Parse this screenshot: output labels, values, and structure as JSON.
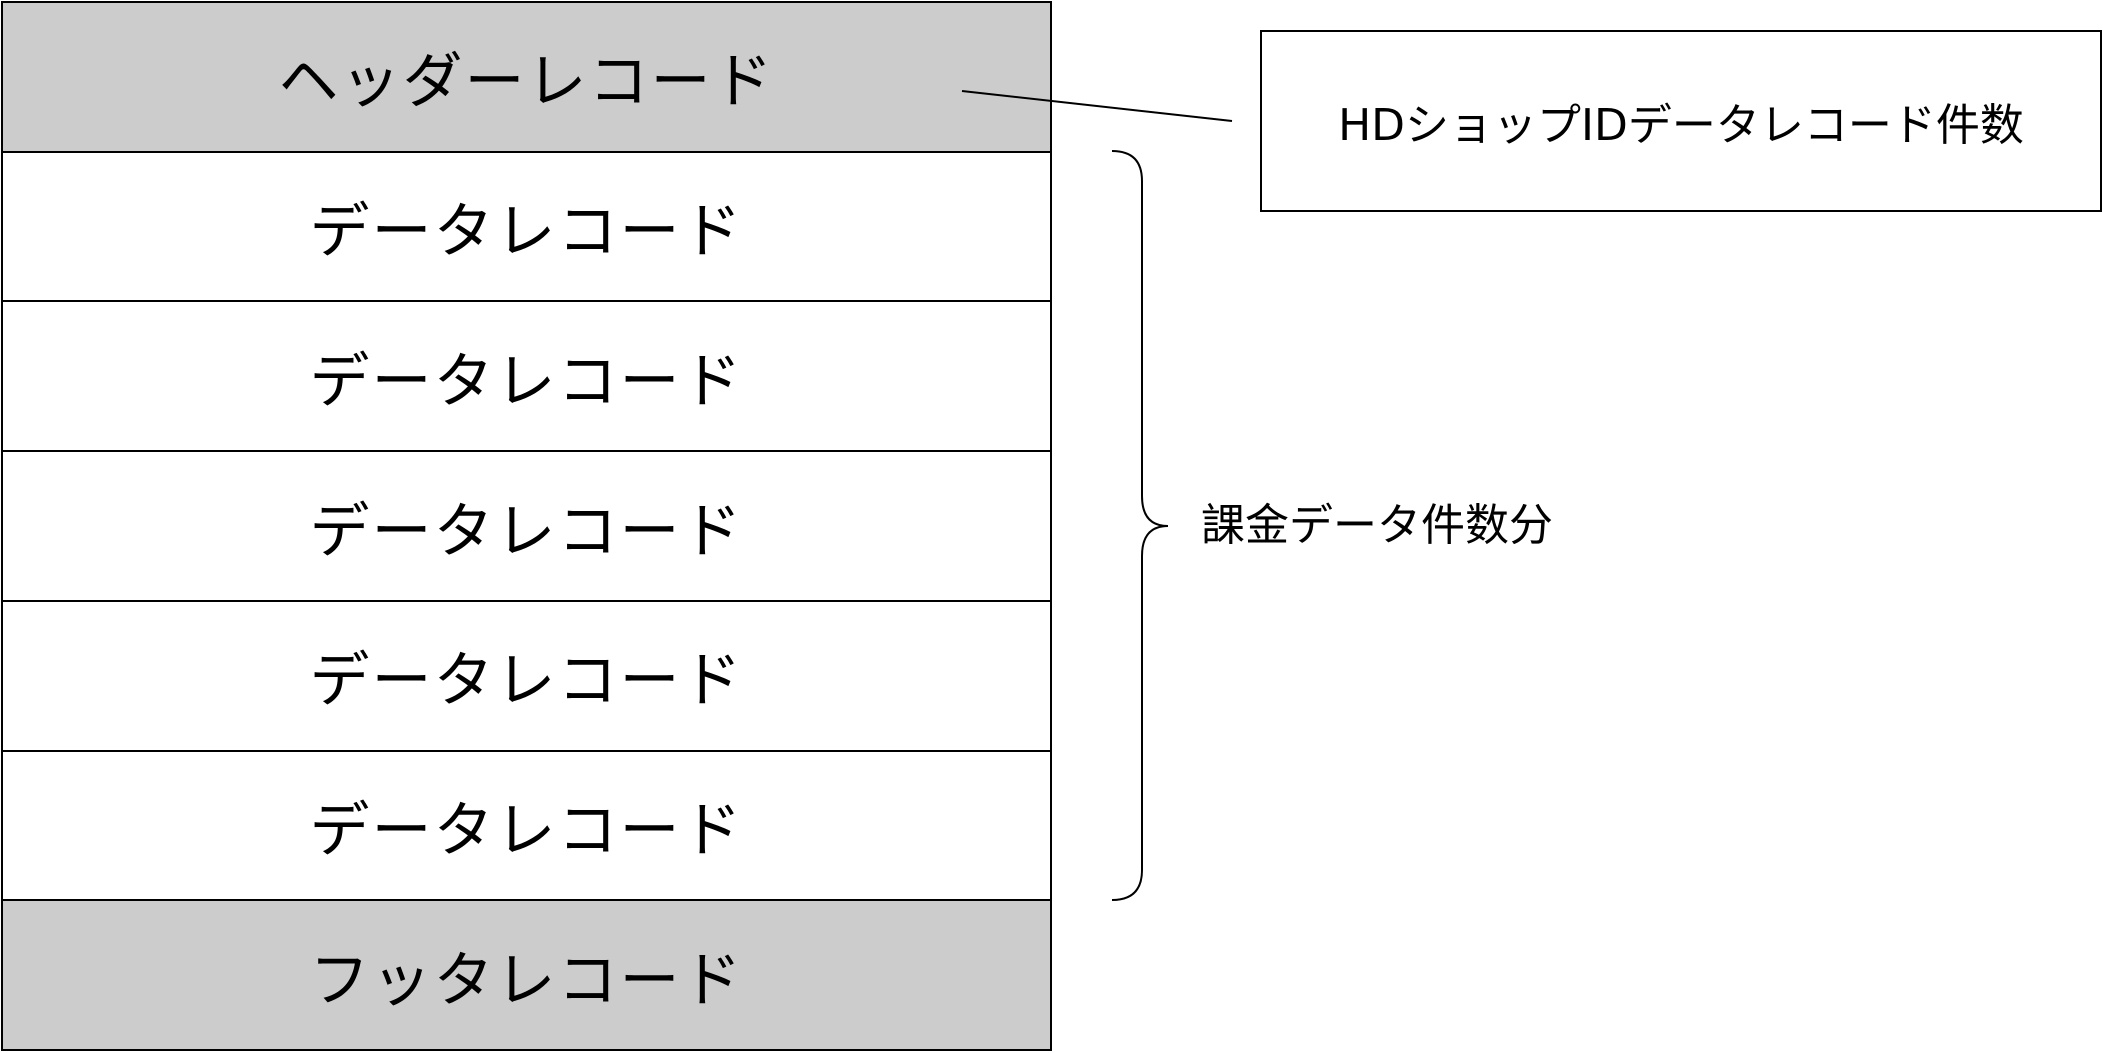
{
  "records": {
    "header": "ヘッダーレコード",
    "data": [
      "データレコード",
      "データレコード",
      "データレコード",
      "データレコード",
      "データレコード"
    ],
    "footer": "フッタレコード"
  },
  "callout": {
    "text": "HDショップIDデータレコード件数"
  },
  "brace": {
    "label": "課金データ件数分"
  },
  "colors": {
    "shaded_fill": "#cccccc",
    "line": "#000000",
    "background": "#ffffff"
  }
}
